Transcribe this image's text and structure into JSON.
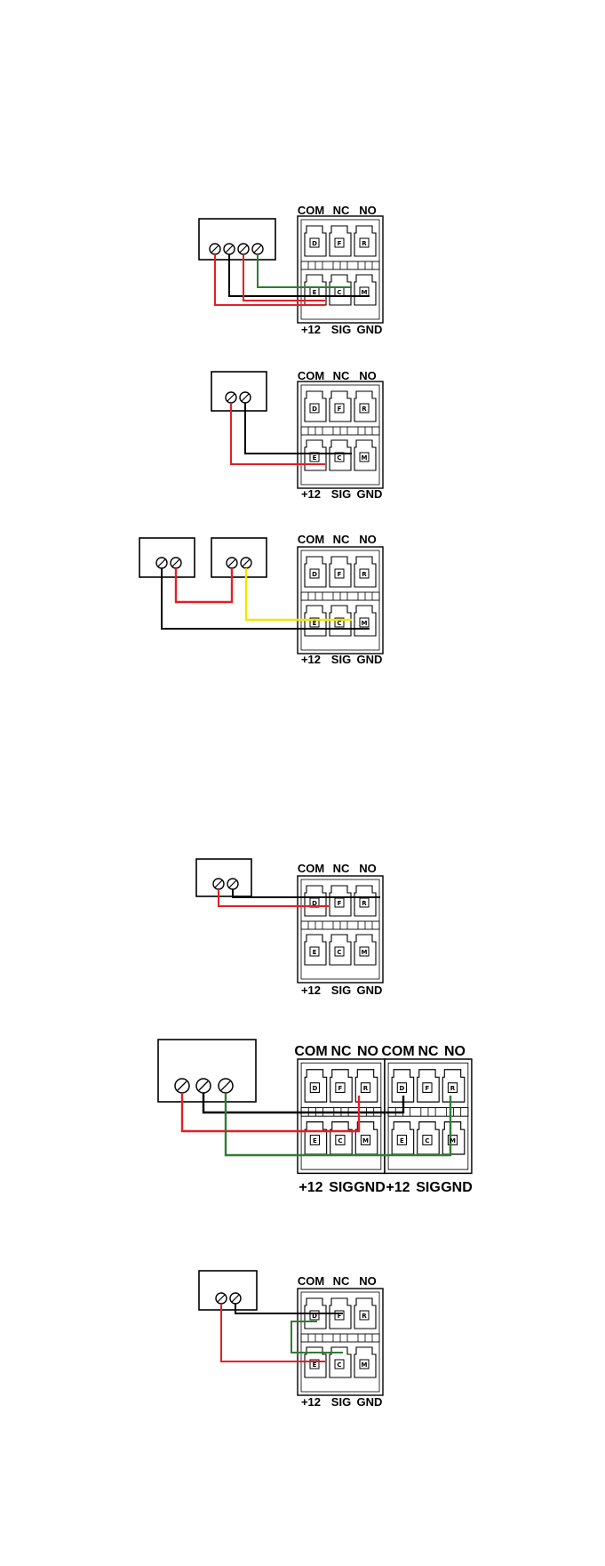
{
  "labels": {
    "com": "COM",
    "nc": "NC",
    "no": "NO",
    "plus12": "+12",
    "sig": "SIG",
    "gnd": "GND"
  },
  "wire_colors": {
    "red": "#e41e25",
    "black": "#000000",
    "green": "#2e7d32",
    "yellow": "#f5e400"
  },
  "terminal_letters": {
    "relay_row": [
      "D",
      "F",
      "R"
    ],
    "power_row": [
      "E",
      "C",
      "M"
    ]
  }
}
